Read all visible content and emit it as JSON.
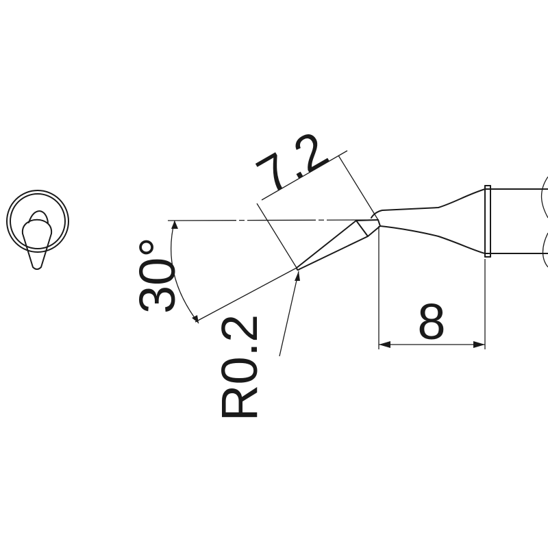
{
  "drawing": {
    "dimensions": {
      "length_diag": "7.2",
      "angle": "30°",
      "radius": "R0.2",
      "length_horiz": "8"
    }
  }
}
